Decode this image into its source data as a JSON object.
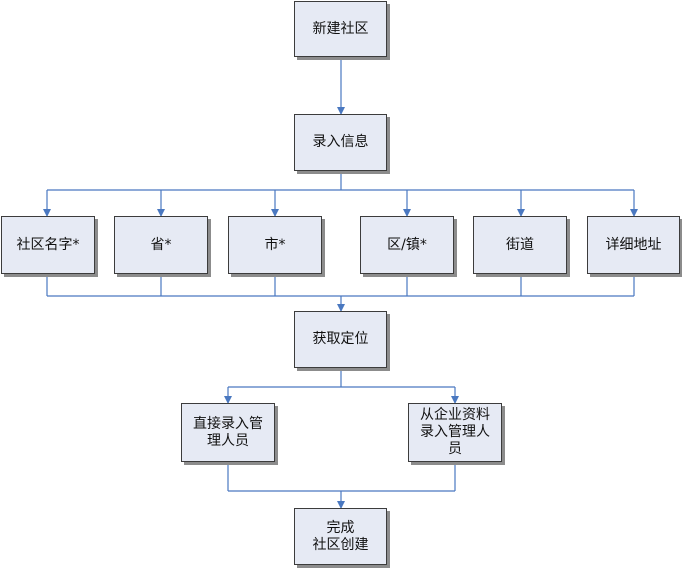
{
  "colors": {
    "box_fill": "#e6eaf4",
    "box_border": "#3c3c3c",
    "connector": "#4a78c0"
  },
  "nodes": {
    "new_community": "新建社区",
    "enter_info": "录入信息",
    "field_name": "社区名字*",
    "field_province": "省*",
    "field_city": "市*",
    "field_district": "区/镇*",
    "field_street": "街道",
    "field_address": "详细地址",
    "get_location": "获取定位",
    "enter_admin_direct": "直接录入管\n理人员",
    "enter_admin_from_company": "从企业资料\n录入管理人\n员",
    "finish": "完成\n社区创建"
  }
}
